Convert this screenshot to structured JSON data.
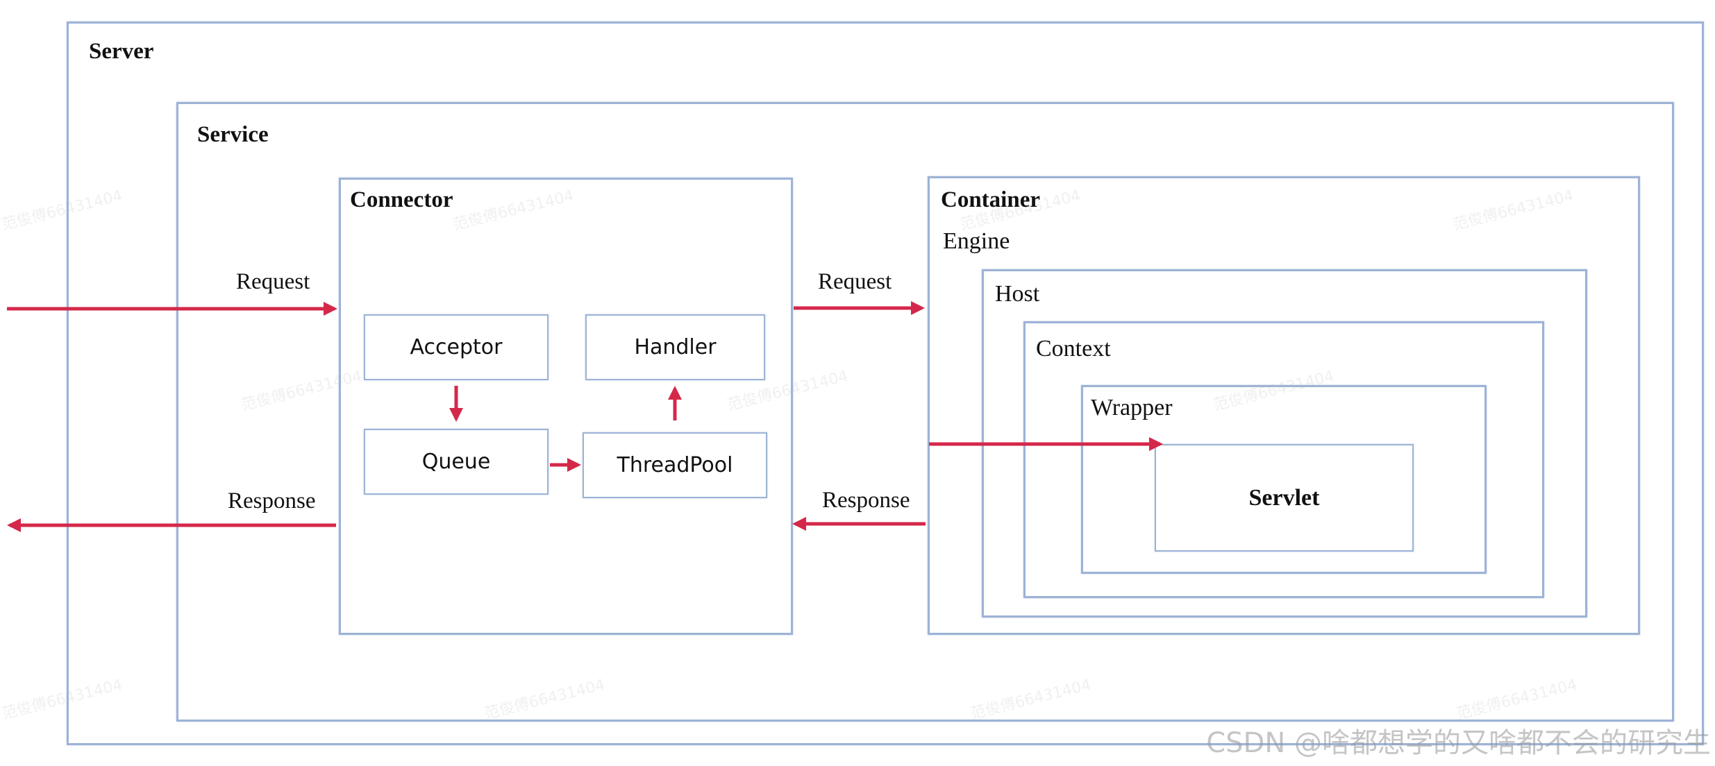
{
  "labels": {
    "server": "Server",
    "service": "Service",
    "connector": "Connector",
    "container": "Container",
    "engine": "Engine",
    "host": "Host",
    "context": "Context",
    "wrapper": "Wrapper",
    "servlet": "Servlet"
  },
  "components": {
    "acceptor": "Acceptor",
    "handler": "Handler",
    "queue": "Queue",
    "threadpool": "ThreadPool"
  },
  "flow": {
    "request_in": "Request",
    "response_out": "Response",
    "request_to_container": "Request",
    "response_from_container": "Response"
  },
  "colors": {
    "arrow": "#d4284a",
    "border": "#9db3d6"
  },
  "watermark": "范俊傅66431404",
  "footer": "CSDN @啥都想学的又啥都不会的研究生"
}
